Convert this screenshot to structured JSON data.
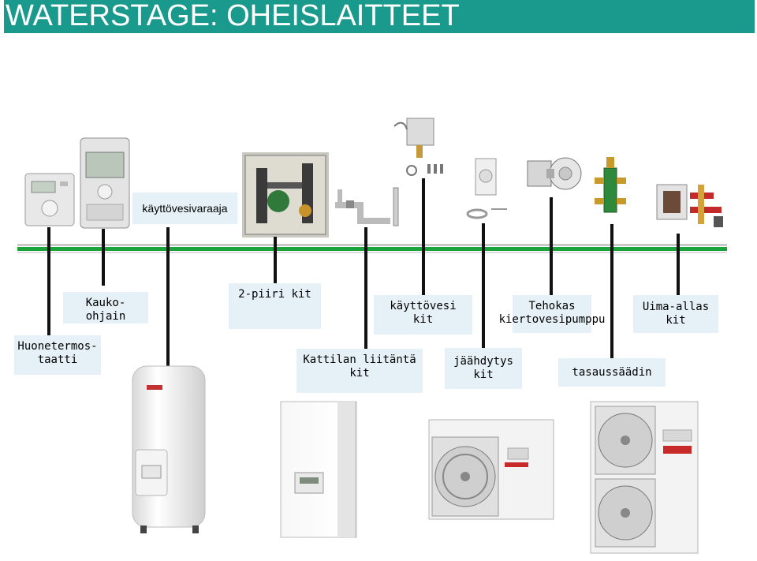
{
  "title": "WATERSTAGE: OHEISLAITTEET",
  "labels": {
    "kayttovesivaraaja": "käyttövesivaraaja",
    "kauko_ohjain": "Kauko-ohjain",
    "kaksipiiri": "2-piiri kit",
    "kayttovesi_kit": "käyttövesi\nkit",
    "tehokas_pumppu": "Tehokas\nkiertovesipumppu",
    "uima_allas": "Uima-allas kit",
    "huonetermostaatti": "Huonetermos-\ntaatti",
    "kattilan_liitanta": "Kattilan liitäntä kit",
    "jaahdytys": "jäähdytys kit",
    "tasaussaadin": "tasaussäädin"
  },
  "colors": {
    "title_bg": "#1a9a8c",
    "bus_green": "#1aa33a",
    "label_bg": "#e5f1f6"
  },
  "icons": [
    "room-thermostat-icon",
    "remote-controller-icon",
    "two-circuit-kit-icon",
    "boiler-connection-kit-icon",
    "hot-water-valve-kit-icon",
    "cooling-kit-icon",
    "circulation-pump-icon",
    "balancing-valve-icon",
    "pool-kit-icon",
    "water-heater-tank-icon",
    "indoor-hydrobox-icon",
    "outdoor-unit-icon"
  ]
}
